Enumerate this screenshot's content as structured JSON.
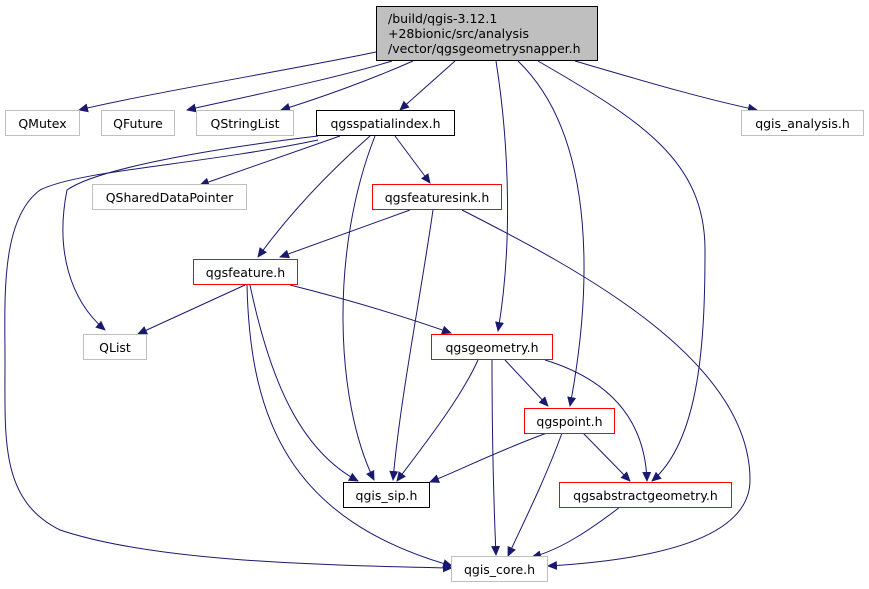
{
  "diagram": {
    "edge_color": "#191970",
    "nodes": {
      "main": {
        "label": "/build/qgis-3.12.1\n+28bionic/src/analysis\n/vector/qgsgeometrysnapper.h",
        "border": "#000000",
        "fill": "#bfbfbf"
      },
      "qmutex": {
        "label": "QMutex",
        "border": "#bfbfbf"
      },
      "qfuture": {
        "label": "QFuture",
        "border": "#bfbfbf"
      },
      "qstringlist": {
        "label": "QStringList",
        "border": "#bfbfbf"
      },
      "qgsspatialindex": {
        "label": "qgsspatialindex.h",
        "border": "#000000"
      },
      "qgis_analysis": {
        "label": "qgis_analysis.h",
        "border": "#bfbfbf"
      },
      "qshareddatapointer": {
        "label": "QSharedDataPointer",
        "border": "#bfbfbf"
      },
      "qgsfeaturesink": {
        "label": "qgsfeaturesink.h",
        "border": "#ff0000"
      },
      "qgsfeature": {
        "label": "qgsfeature.h",
        "border": "#ff0000"
      },
      "qlist": {
        "label": "QList",
        "border": "#bfbfbf"
      },
      "qgsgeometry": {
        "label": "qgsgeometry.h",
        "border": "#ff0000"
      },
      "qgspoint": {
        "label": "qgspoint.h",
        "border": "#ff0000"
      },
      "qgis_sip": {
        "label": "qgis_sip.h",
        "border": "#000000"
      },
      "qgsabstractgeometry": {
        "label": "qgsabstractgeometry.h",
        "border": "#ff0000"
      },
      "qgis_core": {
        "label": "qgis_core.h",
        "border": "#bfbfbf"
      }
    },
    "edges": [
      [
        "main",
        "qmutex"
      ],
      [
        "main",
        "qfuture"
      ],
      [
        "main",
        "qstringlist"
      ],
      [
        "main",
        "qgsspatialindex"
      ],
      [
        "main",
        "qgsgeometry"
      ],
      [
        "main",
        "qgspoint"
      ],
      [
        "main",
        "qgsabstractgeometry"
      ],
      [
        "main",
        "qgis_analysis"
      ],
      [
        "qgsspatialindex",
        "qshareddatapointer"
      ],
      [
        "qgsspatialindex",
        "qgsfeaturesink"
      ],
      [
        "qgsspatialindex",
        "qgsfeature"
      ],
      [
        "qgsspatialindex",
        "qlist"
      ],
      [
        "qgsspatialindex",
        "qgis_sip"
      ],
      [
        "qgsspatialindex",
        "qgis_core"
      ],
      [
        "qgsfeaturesink",
        "qgsfeature"
      ],
      [
        "qgsfeaturesink",
        "qgis_sip"
      ],
      [
        "qgsfeaturesink",
        "qgis_core"
      ],
      [
        "qgsfeature",
        "qlist"
      ],
      [
        "qgsfeature",
        "qgsgeometry"
      ],
      [
        "qgsfeature",
        "qgis_sip"
      ],
      [
        "qgsfeature",
        "qgis_core"
      ],
      [
        "qgsgeometry",
        "qgspoint"
      ],
      [
        "qgsgeometry",
        "qgsabstractgeometry"
      ],
      [
        "qgsgeometry",
        "qgis_sip"
      ],
      [
        "qgsgeometry",
        "qgis_core"
      ],
      [
        "qgspoint",
        "qgsabstractgeometry"
      ],
      [
        "qgspoint",
        "qgis_sip"
      ],
      [
        "qgspoint",
        "qgis_core"
      ],
      [
        "qgsabstractgeometry",
        "qgis_core"
      ]
    ]
  }
}
